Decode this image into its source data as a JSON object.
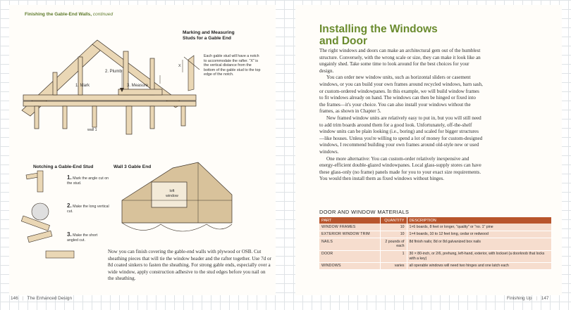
{
  "left_page": {
    "running_head": {
      "title": "Finishing the Gable-End Walls,",
      "continued": "continued"
    },
    "figure_marking": {
      "title_line1": "Marking and Measuring",
      "title_line2": "Studs for a Gable End",
      "note": "Each gable stud will have a notch to accommodate the rafter. \"X\" is the vertical distance from the bottom of the gable stud to the top edge of the notch.",
      "label_x": "X",
      "step1": "1. Mark",
      "step2": "2. Plumb",
      "step3": "3. Measure",
      "wall_label": "wall 1"
    },
    "figure_notching": {
      "title": "Notching a Gable-End Stud",
      "step1_num": "1.",
      "step1": "Mark the angle cut on the stud.",
      "step2_num": "2.",
      "step2": "Make the long vertical cut.",
      "step3_num": "3.",
      "step3": "Make the short angled cut."
    },
    "figure_wall3": {
      "title": "Wall 3 Gable End",
      "window_label": "loft window"
    },
    "body": "Now you can finish covering the gable-end walls with plywood or OSB. Cut sheathing pieces that will tie the window header and the rafter together. Use 7d or 8d coated sinkers to fasten the sheathing. For strong gable ends, especially over a wide window, apply construction adhesive to the stud edges before you nail on the sheathing.",
    "folio": "146",
    "footer": "The Enhanced Design"
  },
  "right_page": {
    "heading_line1": "Installing the Windows",
    "heading_line2": "and Door",
    "paragraphs": [
      "The right windows and doors can make an architectural gem out of the humblest structure. Conversely, with the wrong scale or size, they can make it look like an ungainly shed. Take some time to look around for the best choices for your design.",
      "You can order new window units, such as horizontal sliders or casement windows, or you can build your own frames around recycled windows, barn sash, or custom-ordered windowpanes. In this example, we will build window frames to fit windows already on hand. The windows can then be hinged or fixed into the frames—it's your choice. You can also install your windows without the frames, as shown in Chapter 5.",
      "New framed window units are relatively easy to put in, but you will still need to add trim boards around them for a good look. Unfortunately, off-the-shelf window units can be plain looking (i.e., boring) and scaled for bigger structures—like houses. Unless you're willing to spend a lot of money for custom-designed windows, I recommend building your own frames around old-style new or used windows.",
      "One more alternative: You can custom-order relatively inexpensive and energy-efficient double-glazed windowpanes. Local glass-supply stores can have these glass-only (no frame) panels made for you to your exact size requirements. You would then install them as fixed windows without hinges."
    ],
    "table": {
      "title": "DOOR AND WINDOW MATERIALS",
      "headers": [
        "PART",
        "QUANTITY",
        "DESCRIPTION"
      ],
      "rows": [
        {
          "part": "WINDOW FRAMES",
          "qty": "10",
          "desc": "1×6 boards, 8 feet or longer, \"quality\" or \"no. 1\" pine"
        },
        {
          "part": "EXTERIOR WINDOW TRIM",
          "qty": "10",
          "desc": "1×4 boards, 10 to 12 feet long, cedar or redwood"
        },
        {
          "part": "NAILS",
          "qty": "2 pounds of each",
          "desc": "8d finish nails; 8d or 8d galvanized box nails"
        },
        {
          "part": "DOOR",
          "qty": "1",
          "desc": "30 × 80-inch, or 2/6, prehung, left-hand, exterior, with lockset (a doorknob that locks with a key)"
        },
        {
          "part": "WINDOWS",
          "qty": "varies",
          "desc": "all operable windows will need two hinges and one latch each"
        }
      ]
    },
    "footer": "Finishing Up",
    "folio": "147"
  },
  "colors": {
    "heading_green": "#6a8b2e",
    "table_header": "#b8552c",
    "table_row": "#f6ddce",
    "grid": "#dfe3e6"
  }
}
